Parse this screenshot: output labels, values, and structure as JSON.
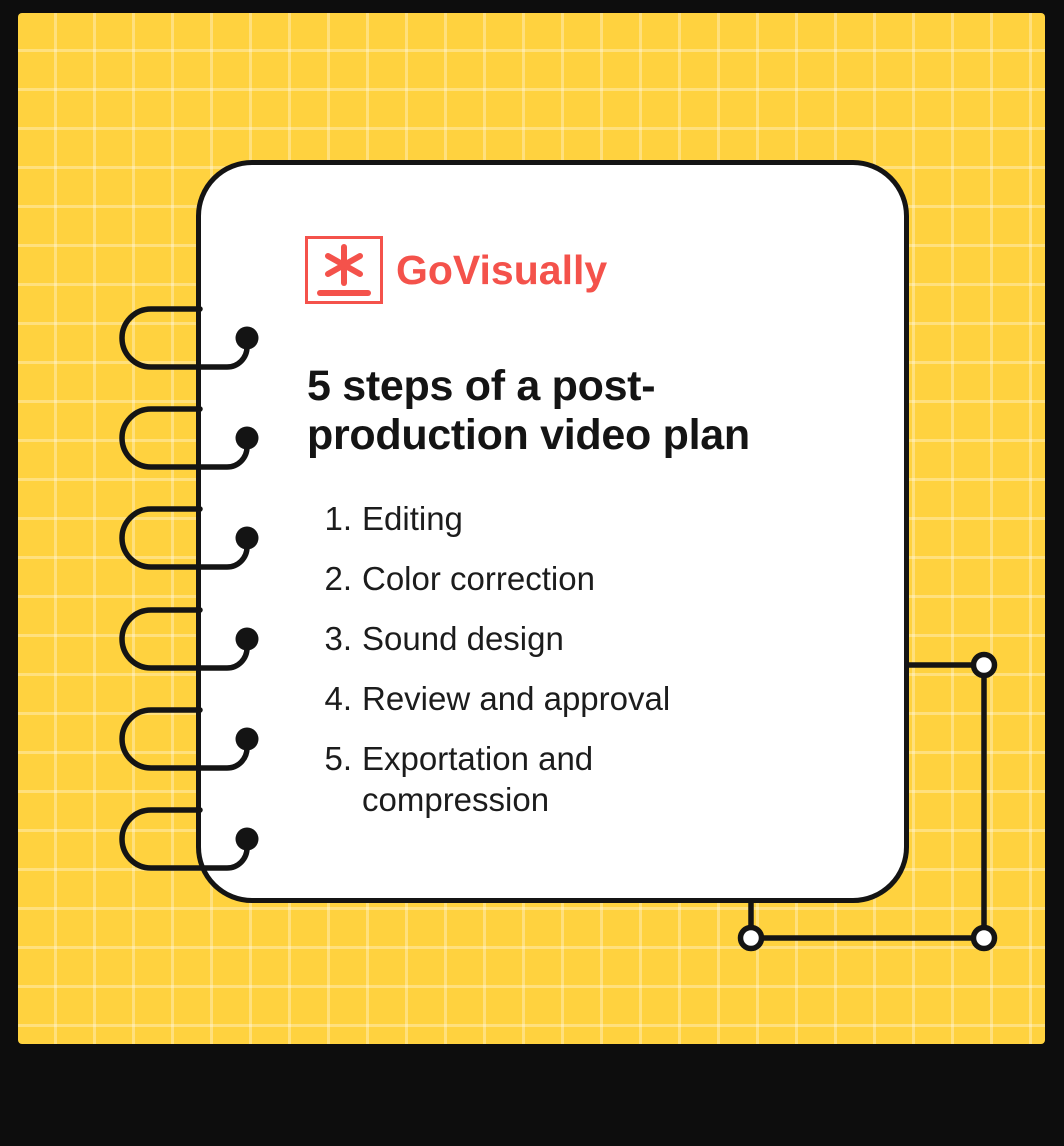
{
  "colors": {
    "background": "#0d0d0d",
    "panel_yellow": "#FFD23F",
    "grid_line": "rgba(255,255,255,0.32)",
    "card_white": "#ffffff",
    "ink_black": "#141414",
    "brand_red": "#F4524B"
  },
  "logo": {
    "brand": "GoVisually"
  },
  "card": {
    "title_lines": [
      "5 steps of a post-",
      "production video plan"
    ],
    "steps": [
      "Editing",
      "Color correction",
      "Sound design",
      "Review and approval",
      "Exportation and compression"
    ]
  }
}
